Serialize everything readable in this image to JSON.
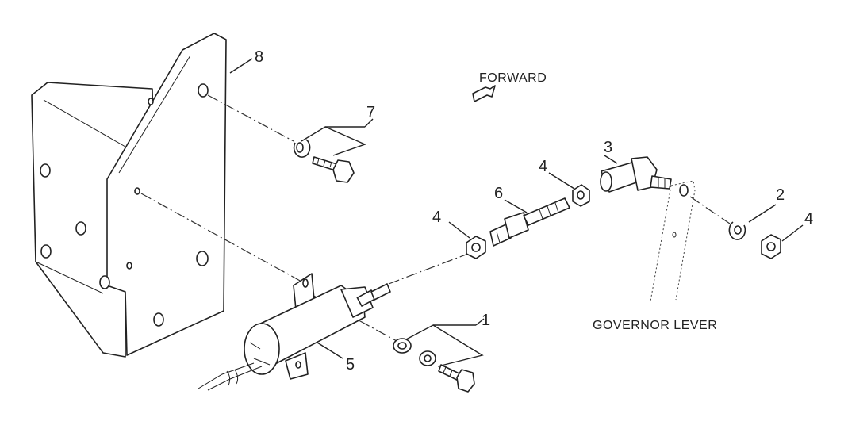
{
  "captions": {
    "forward": "FORWARD",
    "governor_lever": "GOVERNOR LEVER"
  },
  "callouts": {
    "p1": "1",
    "p2": "2",
    "p3": "3",
    "p4a": "4",
    "p4b": "4",
    "p4c": "4",
    "p5": "5",
    "p6": "6",
    "p7": "7",
    "p8": "8"
  },
  "colors": {
    "ink": "#222222",
    "paper": "#ffffff"
  }
}
